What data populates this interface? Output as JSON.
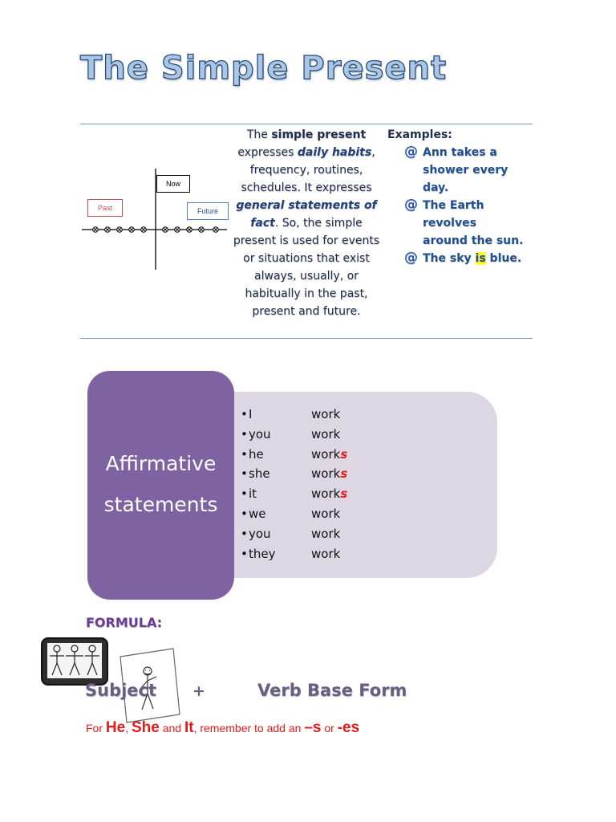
{
  "title": "The Simple Present",
  "timeline": {
    "now_label": "Now",
    "past_label": "Past",
    "future_label": "Future"
  },
  "description": {
    "p1": "The ",
    "p2": "simple present",
    "p3": " expresses ",
    "p4": "daily habits",
    "p5": ", frequency, routines, schedules. It expresses ",
    "p6": "general statements of fact",
    "p7": ". So, the simple present is used for events or situations that exist always, usually, or habitually in the past, present and future."
  },
  "examples": {
    "heading": "Examples:",
    "items": [
      {
        "text": "Ann takes a shower every day."
      },
      {
        "text": "The Earth revolves around the sun."
      },
      {
        "before": "The sky ",
        "highlight": "is",
        "after": " blue."
      }
    ],
    "bullet_icon": "spiral-bullet-icon"
  },
  "affirmative": {
    "label_line1": "Affirmative",
    "label_line2": "statements",
    "rows": [
      {
        "pronoun": "I",
        "verb": "work",
        "suffix": ""
      },
      {
        "pronoun": "you",
        "verb": "work",
        "suffix": ""
      },
      {
        "pronoun": "he",
        "verb": "work",
        "suffix": "s"
      },
      {
        "pronoun": "she",
        "verb": "work",
        "suffix": "s"
      },
      {
        "pronoun": "it",
        "verb": "work",
        "suffix": "s"
      },
      {
        "pronoun": "we",
        "verb": "work",
        "suffix": ""
      },
      {
        "pronoun": "you",
        "verb": "work",
        "suffix": ""
      },
      {
        "pronoun": "they",
        "verb": "work",
        "suffix": ""
      }
    ],
    "bullet": "•"
  },
  "formula": {
    "heading": "FORMULA:",
    "subject": "Subject",
    "plus": "+",
    "verb_form": "Verb Base Form"
  },
  "rule": {
    "t1": "For ",
    "he": "He",
    "comma": ", ",
    "she": "She",
    "and": " and ",
    "it": "It",
    "t2": ", remember to add an ",
    "s": "–s",
    "or": " or ",
    "es": "-es"
  },
  "colors": {
    "purple_box": "#7f62a2",
    "lavender_panel": "#ddd7e3",
    "rule_red": "#e21b1b",
    "divider_blue": "#6f9bc9"
  }
}
